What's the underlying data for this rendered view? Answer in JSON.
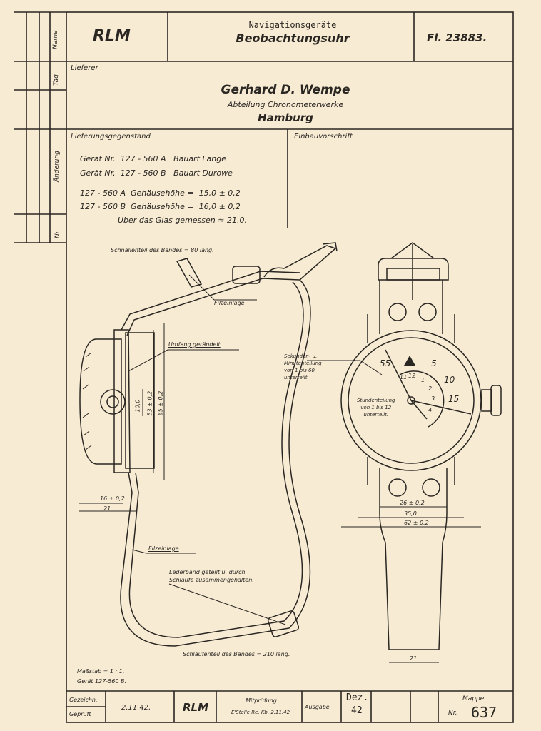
{
  "header": {
    "left": "RLM",
    "title_top": "Navigationsgeräte",
    "title_main": "Beobachtungsuhr",
    "right": "Fl. 23883."
  },
  "side": {
    "name": "Name",
    "tag": "Tag",
    "aenderung": "Änderung",
    "nr": "Nr"
  },
  "supplier": {
    "label": "Lieferer",
    "name": "Gerhard D. Wempe",
    "dept": "Abteilung Chronometerwerke",
    "city": "Hamburg"
  },
  "delivery": {
    "label": "Lieferungsgegenstand",
    "line1": "Gerät Nr.  127 - 560 A   Bauart Lange",
    "line2": "Gerät Nr.  127 - 560 B   Bauart Durowe",
    "line3": "127 - 560 A  Gehäusehöhe =  15,0 ± 0,2",
    "line4": "127 - 560 B  Gehäusehöhe =  16,0 ± 0,2",
    "line5": "Über das Glas gemessen ≈ 21,0."
  },
  "install_label": "Einbauvorschrift",
  "drawing": {
    "strap_top": "Schnallenteil des Bandes = 80 lang.",
    "filz1": "Filzeinlage",
    "umfang": "Umfang gerändelt",
    "dim_10": "10,0",
    "dim_53": "53 ± 0,2",
    "dim_65": "65 ± 0,2",
    "dim_16": "16 ± 0,2",
    "dim_21a": "21",
    "filz2": "Filzeinlage",
    "leder1": "Lederband geteilt u. durch",
    "leder2": "Schlaufe zusammengehalten.",
    "strap_bottom": "Schlaufenteil des Bandes = 210 lang.",
    "sek1": "Sekunden- u.",
    "sek2": "Minutenteilung",
    "sek3": "von 1 bis 60",
    "sek4": "unterteilt.",
    "std1": "Stundenteilung",
    "std2": "von 1 bis 12",
    "std3": "unterteilt.",
    "dim_26": "26 ± 0,2",
    "dim_35": "35,0",
    "dim_62": "62 ± 0,2",
    "dim_21b": "21",
    "dial": [
      "55",
      "5",
      "10",
      "15"
    ],
    "dial_small": [
      "11",
      "12",
      "1",
      "2",
      "3",
      "4"
    ]
  },
  "scale": {
    "l1": "Maßstab = 1 : 1.",
    "l2": "Gerät 127-560 B."
  },
  "footer": {
    "gez": "Gezeichn.",
    "gepr": "Geprüft",
    "date": "2.11.42.",
    "rlm": "RLM",
    "mitp1": "Mitprüfung",
    "mitp2": "E'Stelle Re. Kb. 2.11.42",
    "ausgabe": "Ausgabe",
    "dez": "Dez.",
    "dez_n": "42",
    "mappe": "Mappe",
    "nr": "Nr.",
    "num": "637"
  }
}
